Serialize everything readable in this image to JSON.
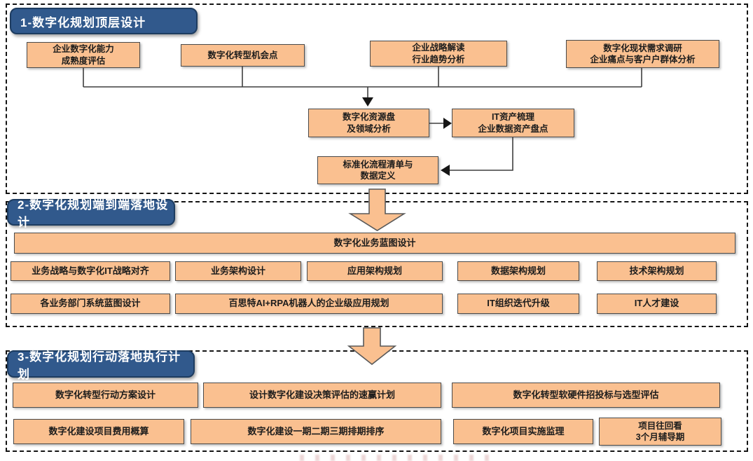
{
  "diagram_title_context": "数字化规划流程图",
  "colors": {
    "box_fill": "#FAC090",
    "box_border": "#4a4a4a",
    "header_fill": "#31598C",
    "header_border": "#1d3c60",
    "header_text": "#ffffff",
    "dashed_border": "#141414",
    "connector": "#3f3f3f"
  },
  "section1": {
    "title": "1-数字化规划顶层设计",
    "boxes": {
      "maturity": "企业数字化能力\n成熟度评估",
      "opportunity": "数字化转型机会点",
      "strategy": "企业战略解读\n行业趋势分析",
      "survey": "数字化现状需求调研\n企业痛点与客户户群体分析",
      "resource": "数字化资源盘\n及领域分析",
      "it_asset": "IT资产梳理\n企业数据资产盘点",
      "process": "标准化流程清单与\n数据定义"
    }
  },
  "section2": {
    "title": "2-数字化规划端到端落地设计",
    "banner": "数字化业务蓝图设计",
    "row1": [
      "业务战略与数字化IT战略对齐",
      "业务架构设计",
      "应用架构规划",
      "数据架构规划",
      "技术架构规划"
    ],
    "row2": [
      "各业务部门系统蓝图设计",
      "百思特AI+RPA机器人的企业级应用规划",
      "IT组织迭代升级",
      "IT人才建设"
    ]
  },
  "section3": {
    "title": "3-数字化规划行动落地执行计划",
    "row1": [
      "数字化转型行动方案设计",
      "设计数字化建设决策评估的速赢计划",
      "数字化转型软硬件招投标与选型评估"
    ],
    "row2": [
      "数字化建设项目费用概算",
      "数字化建设一期二期三期排期排序",
      "数字化项目实施监理",
      "项目往回看\n3个月辅导期"
    ]
  }
}
